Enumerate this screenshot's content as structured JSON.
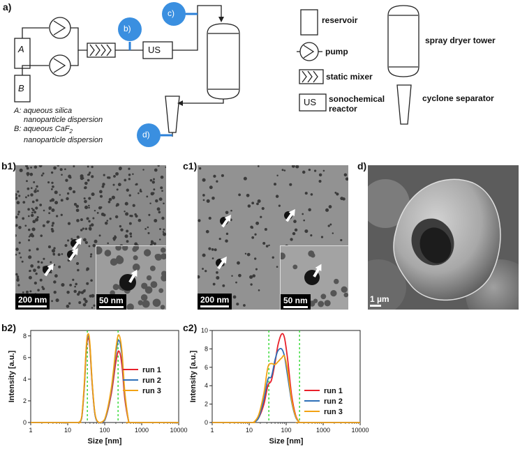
{
  "panel_a": {
    "label": "a)",
    "reservoir_A": "A",
    "reservoir_B": "B",
    "us_box": "US",
    "point_b": "b)",
    "point_c": "c)",
    "point_d": "d)",
    "caption_A_line1": "A: aqueous silica",
    "caption_A_line2": "nanoparticle dispersion",
    "caption_B_line1": "B: aqueous CaF",
    "caption_B_sub": "2",
    "caption_B_line2": "nanoparticle dispersion"
  },
  "legend": {
    "reservoir": "reservoir",
    "pump": "pump",
    "static_mixer": "static mixer",
    "us_symbol": "US",
    "us_line1": "sonochemical",
    "us_line2": "reactor",
    "spray_dryer": "spray dryer tower",
    "cyclone": "cyclone separator"
  },
  "images": {
    "b1_label": "b1)",
    "b1_scale": "200 nm",
    "b1_inset_scale": "50 nm",
    "c1_label": "c1)",
    "c1_scale": "200 nm",
    "c1_inset_scale": "50 nm",
    "d_label": "d)",
    "d_scale": "1 µm"
  },
  "chart_data": [
    {
      "panel": "b2)",
      "type": "line",
      "xlabel": "Size [nm]",
      "ylabel": "Intensity [a.u.]",
      "xscale": "log",
      "xlim": [
        1,
        10000
      ],
      "ylim": [
        0,
        8.5
      ],
      "xticks": [
        "1",
        "10",
        "100",
        "1000",
        "10000"
      ],
      "yticks": [
        "0",
        "2",
        "4",
        "6",
        "8"
      ],
      "reference_lines_x": [
        34,
        230
      ],
      "legend_position": "middle-right",
      "series": [
        {
          "name": "run 1",
          "color": "#e8202a",
          "x": [
            20,
            24,
            28,
            32,
            36,
            40,
            46,
            55,
            70,
            100,
            150,
            200,
            240,
            290,
            350,
            450
          ],
          "y": [
            0,
            0.5,
            3.2,
            6.8,
            7.8,
            6.8,
            3.5,
            0.7,
            0,
            0.2,
            2.6,
            5.6,
            6.6,
            5.4,
            2.2,
            0
          ]
        },
        {
          "name": "run 2",
          "color": "#2d6fb8",
          "x": [
            20,
            24,
            28,
            32,
            36,
            40,
            46,
            55,
            70,
            100,
            150,
            200,
            240,
            290,
            350,
            450
          ],
          "y": [
            0,
            0.5,
            3.3,
            7.0,
            8.0,
            7.0,
            3.6,
            0.7,
            0,
            0.2,
            2.9,
            6.4,
            7.6,
            6.3,
            2.6,
            0
          ]
        },
        {
          "name": "run 3",
          "color": "#f2a214",
          "x": [
            20,
            24,
            28,
            32,
            36,
            40,
            46,
            55,
            70,
            100,
            150,
            200,
            240,
            290,
            350,
            450
          ],
          "y": [
            0,
            0.6,
            3.5,
            7.2,
            8.2,
            7.2,
            3.7,
            0.8,
            0,
            0.3,
            3.1,
            6.8,
            8.1,
            6.7,
            2.8,
            0
          ]
        }
      ]
    },
    {
      "panel": "c2)",
      "type": "line",
      "xlabel": "Size [nm]",
      "ylabel": "Intensity [a.u.]",
      "xscale": "log",
      "xlim": [
        1,
        10000
      ],
      "ylim": [
        0,
        10
      ],
      "xticks": [
        "1",
        "10",
        "100",
        "1000",
        "10000"
      ],
      "yticks": [
        "0",
        "2",
        "4",
        "6",
        "8",
        "10"
      ],
      "reference_lines_x": [
        34,
        230
      ],
      "legend_position": "lower-right",
      "series": [
        {
          "name": "run 1",
          "color": "#e8202a",
          "x": [
            13,
            18,
            25,
            32,
            40,
            50,
            60,
            75,
            90,
            110,
            140,
            180,
            230
          ],
          "y": [
            0,
            0.5,
            2.0,
            4.0,
            4.6,
            6.5,
            8.4,
            9.6,
            9.2,
            6.8,
            3.0,
            0.8,
            0
          ]
        },
        {
          "name": "run 2",
          "color": "#2d6fb8",
          "x": [
            13,
            18,
            25,
            32,
            40,
            50,
            60,
            75,
            90,
            110,
            140,
            180,
            230
          ],
          "y": [
            0,
            0.5,
            2.5,
            4.7,
            5.0,
            6.8,
            7.8,
            8.0,
            7.2,
            5.0,
            2.3,
            0.6,
            0
          ]
        },
        {
          "name": "run 3",
          "color": "#f2a214",
          "x": [
            13,
            18,
            25,
            32,
            40,
            50,
            60,
            75,
            90,
            110,
            140,
            180,
            230
          ],
          "y": [
            0,
            0.8,
            3.2,
            6.0,
            6.4,
            6.3,
            6.6,
            7.0,
            7.2,
            5.6,
            2.5,
            0.7,
            0
          ]
        }
      ]
    }
  ]
}
